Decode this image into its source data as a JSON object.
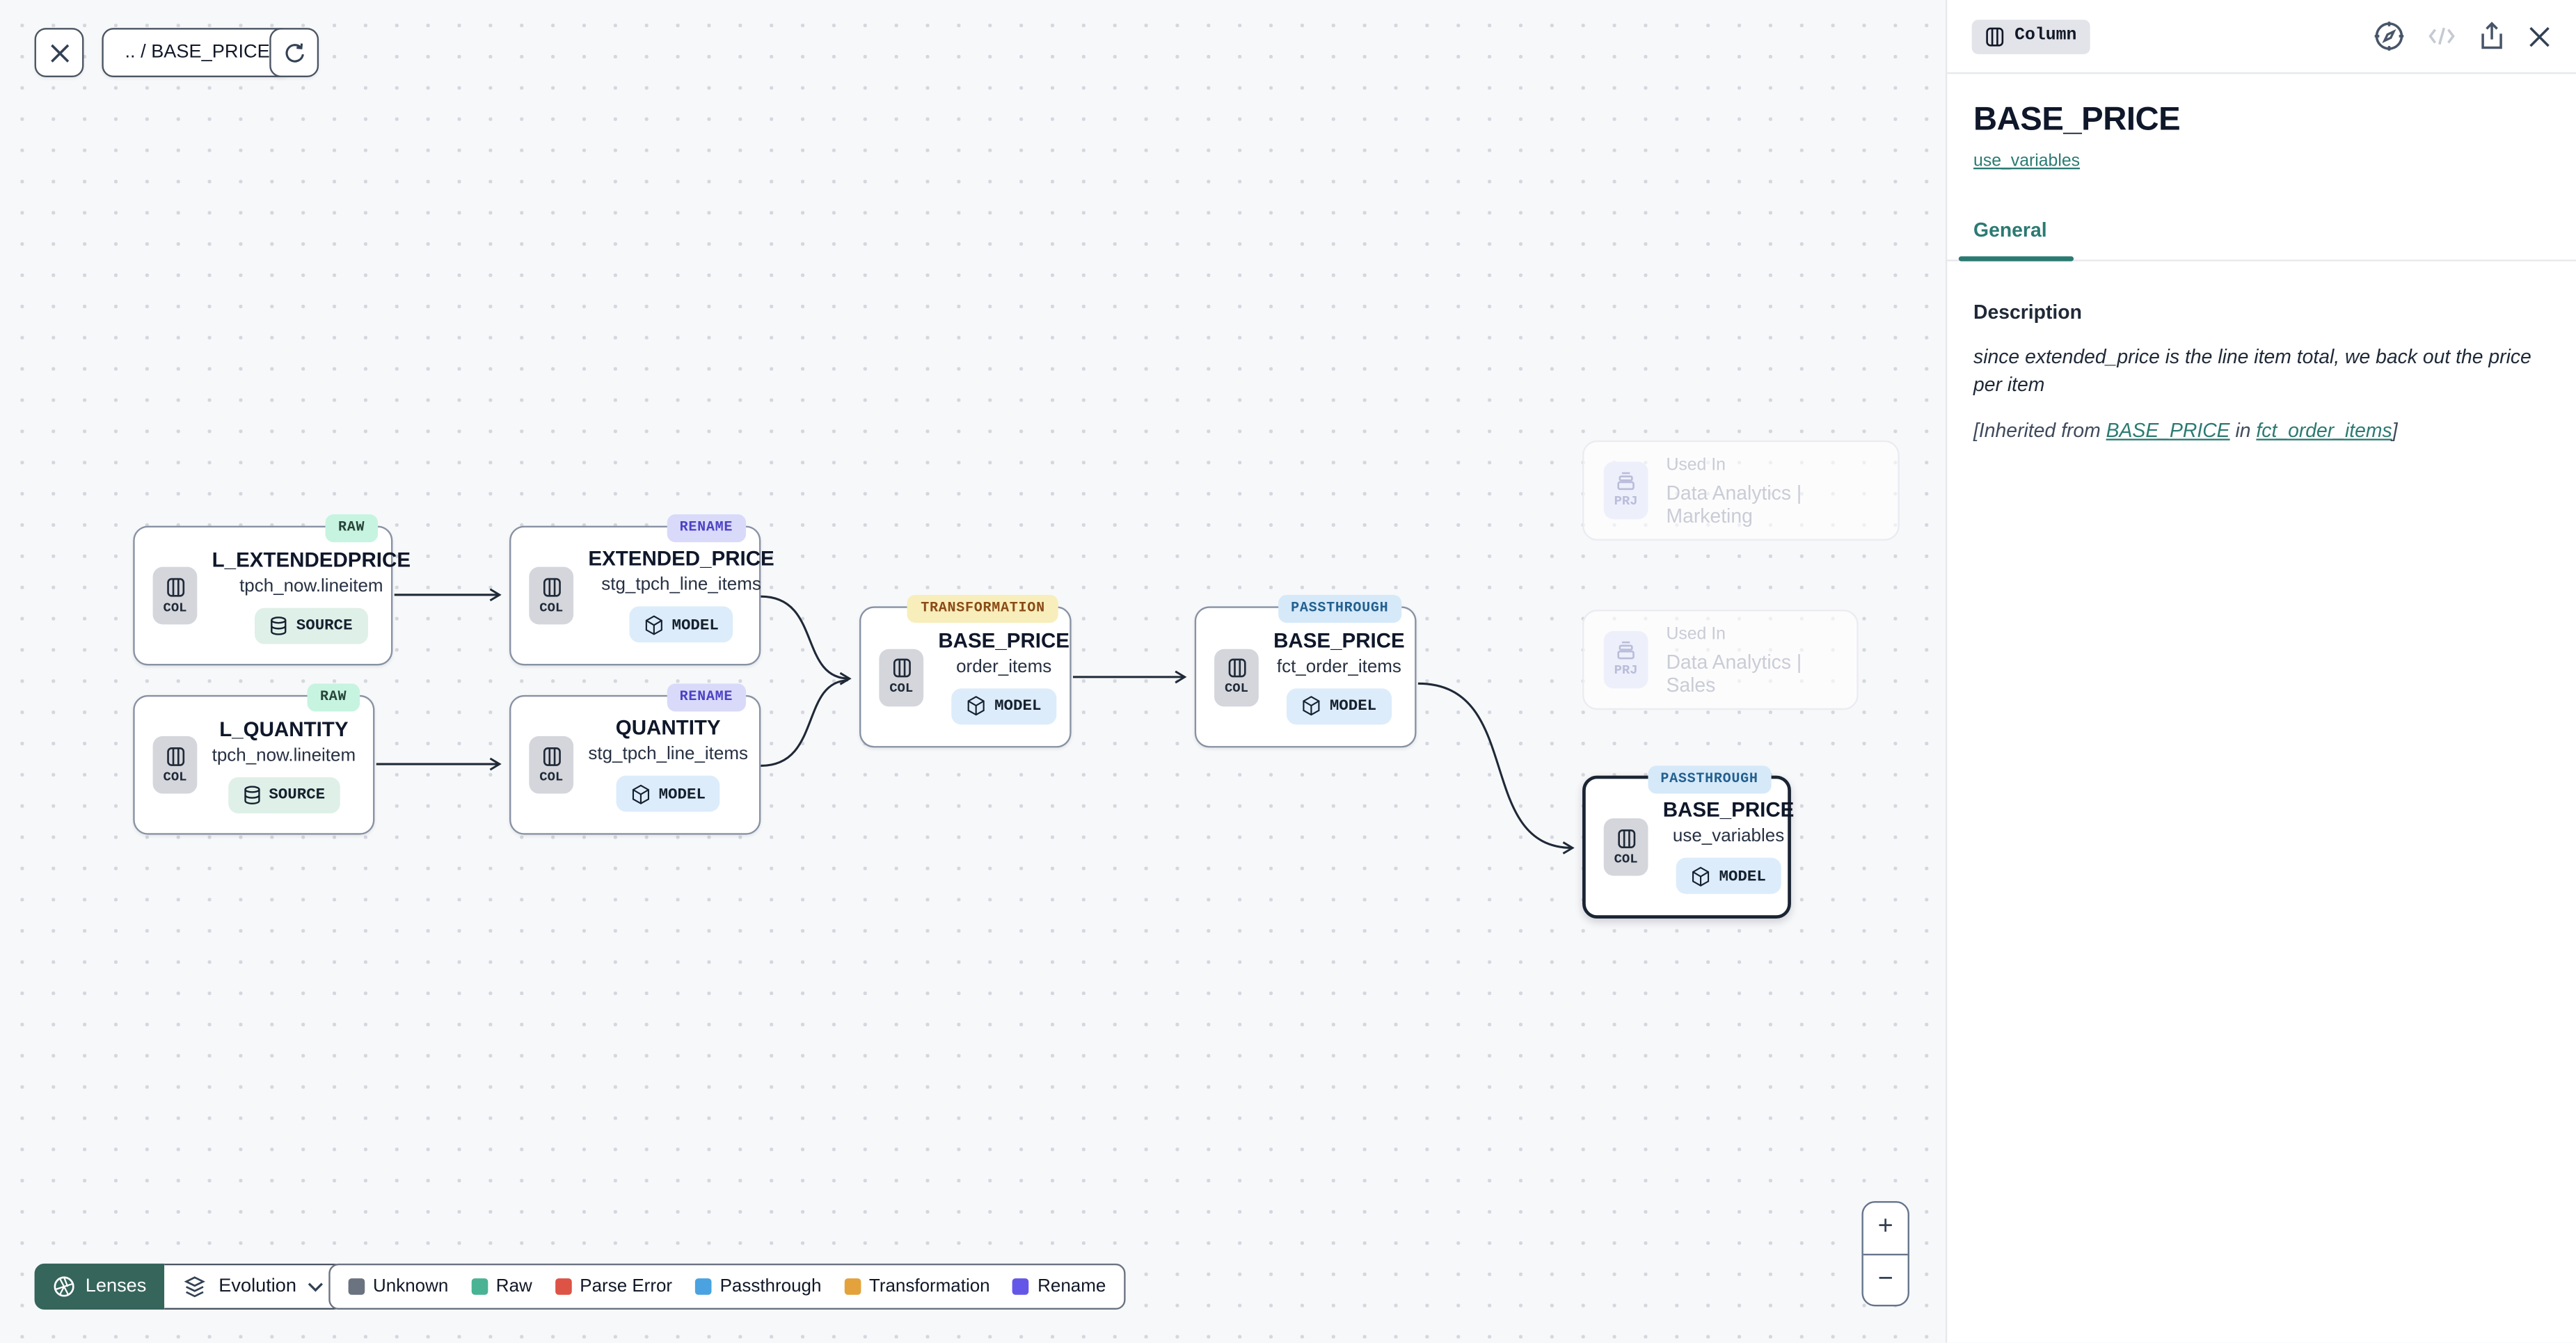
{
  "toolbar": {
    "breadcrumb": ".. / BASE_PRICE"
  },
  "canvas": {
    "nodes": [
      {
        "badge": "RAW",
        "chip": "COL",
        "title": "L_EXTENDEDPRICE",
        "subtitle": "tpch_now.lineitem",
        "type": "SOURCE"
      },
      {
        "badge": "RENAME",
        "chip": "COL",
        "title": "EXTENDED_PRICE",
        "subtitle": "stg_tpch_line_items",
        "type": "MODEL"
      },
      {
        "badge": "RAW",
        "chip": "COL",
        "title": "L_QUANTITY",
        "subtitle": "tpch_now.lineitem",
        "type": "SOURCE"
      },
      {
        "badge": "RENAME",
        "chip": "COL",
        "title": "QUANTITY",
        "subtitle": "stg_tpch_line_items",
        "type": "MODEL"
      },
      {
        "badge": "TRANSFORMATION",
        "chip": "COL",
        "title": "BASE_PRICE",
        "subtitle": "order_items",
        "type": "MODEL"
      },
      {
        "badge": "PASSTHROUGH",
        "chip": "COL",
        "title": "BASE_PRICE",
        "subtitle": "fct_order_items",
        "type": "MODEL"
      },
      {
        "badge": "PASSTHROUGH",
        "chip": "COL",
        "title": "BASE_PRICE",
        "subtitle": "use_variables",
        "type": "MODEL",
        "selected": true
      }
    ],
    "used_in": [
      {
        "chip": "PRJ",
        "label": "Used In",
        "name": "Data Analytics | Marketing"
      },
      {
        "chip": "PRJ",
        "label": "Used In",
        "name": "Data Analytics | Sales"
      }
    ]
  },
  "controls": {
    "lenses_label": "Lenses",
    "lens_mode": "Evolution",
    "zoom_in": "+",
    "zoom_out": "−"
  },
  "legend": {
    "items": [
      {
        "label": "Unknown",
        "color": "#6b7280"
      },
      {
        "label": "Raw",
        "color": "#49b394"
      },
      {
        "label": "Parse Error",
        "color": "#dd5345"
      },
      {
        "label": "Passthrough",
        "color": "#4aa3e0"
      },
      {
        "label": "Transformation",
        "color": "#e3a23b"
      },
      {
        "label": "Rename",
        "color": "#6457e8"
      }
    ]
  },
  "panel": {
    "badge": "Column",
    "title": "BASE_PRICE",
    "model_link": "use_variables",
    "tabs": [
      {
        "label": "General",
        "active": true
      }
    ],
    "description_heading": "Description",
    "description": "since extended_price is the line item total, we back out the price per item",
    "inherited": {
      "prefix": "[Inherited from ",
      "link1": "BASE_PRICE",
      "middle": " in ",
      "link2": "fct_order_items",
      "suffix": "]"
    },
    "header_icons": [
      "compass-icon",
      "code-icon",
      "share-icon",
      "close-icon"
    ]
  },
  "colors": {
    "accent_teal": "#2b7a72",
    "lenses_button": "#35655b",
    "badge_raw_bg": "#c6f4e0",
    "badge_rename_bg": "#d9daf9",
    "badge_transformation_bg": "#f8eebb",
    "badge_passthrough_bg": "#d6e9f9",
    "pill_source_bg": "#def0e8",
    "pill_model_bg": "#dcecfb"
  },
  "icons": [
    "close-icon",
    "refresh-icon",
    "columns-icon",
    "database-icon",
    "model-cube-icon",
    "project-stack-icon",
    "aperture-icon",
    "layers-icon",
    "chevron-down-icon",
    "compass-icon",
    "code-icon",
    "share-icon",
    "plus-icon",
    "minus-icon"
  ]
}
